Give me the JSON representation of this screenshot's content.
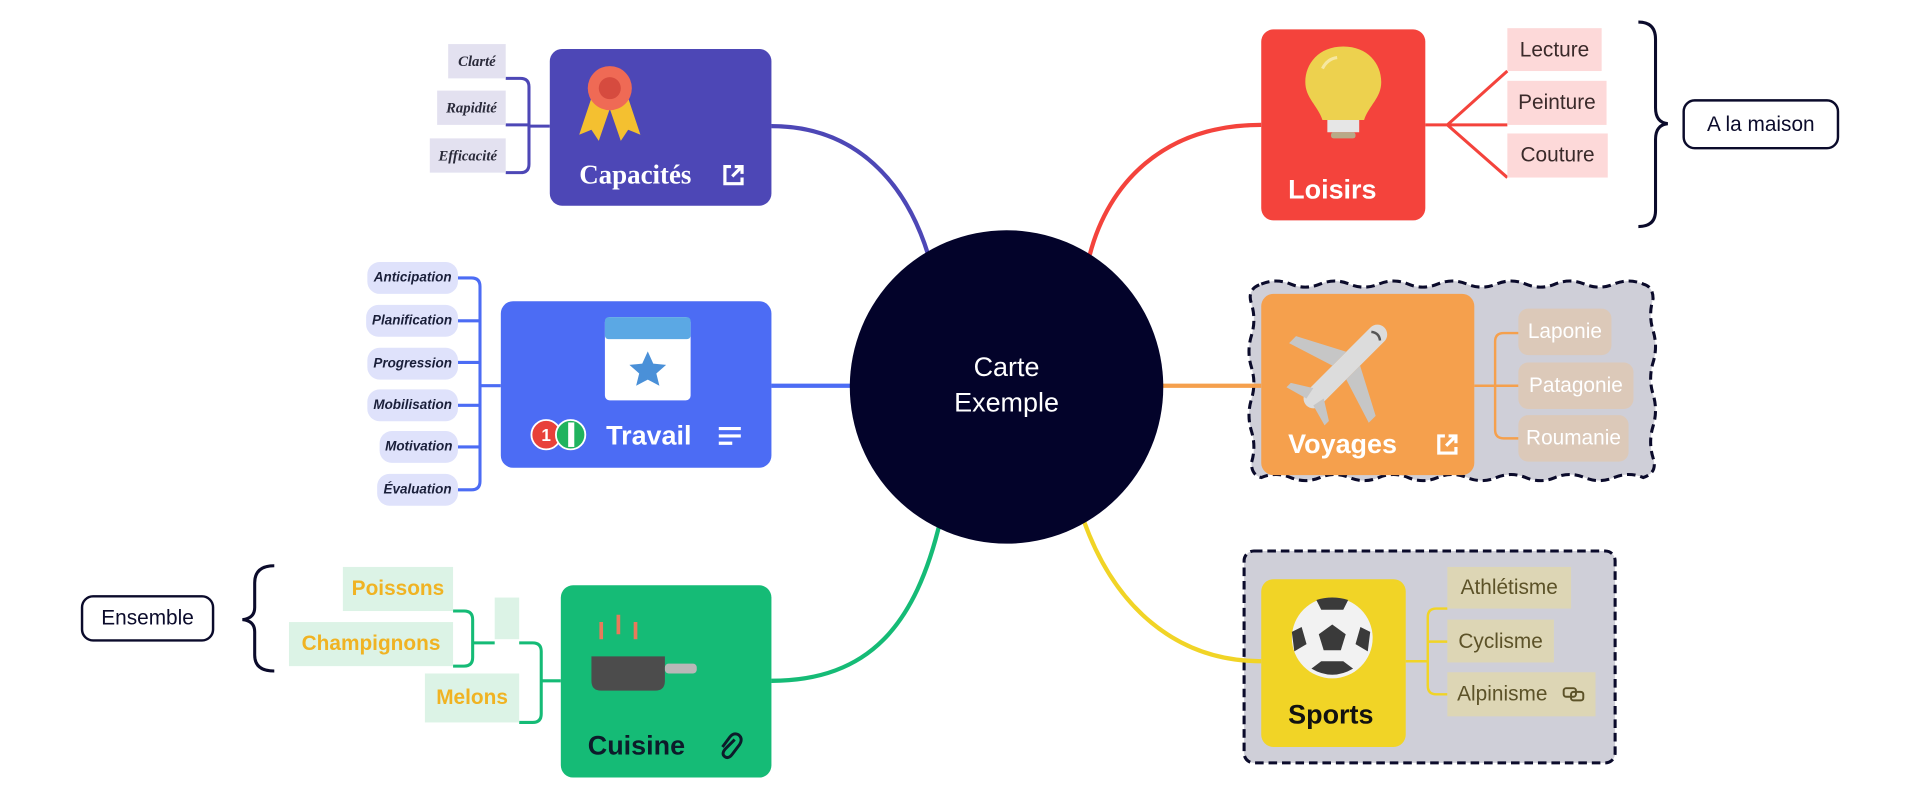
{
  "center": {
    "line1": "Carte",
    "line2": "Exemple"
  },
  "branches": {
    "capacites": {
      "title": "Capacités",
      "color": "#4d47b6",
      "icon": "award-ribbon-icon",
      "badge_icon": "external-link-icon",
      "leaves": [
        "Clarté",
        "Rapidité",
        "Efficacité"
      ]
    },
    "travail": {
      "title": "Travail",
      "color": "#4c6cf4",
      "icon": "calendar-star-icon",
      "badge_icon": "notes-icon",
      "leaves": [
        "Anticipation",
        "Planification",
        "Progression",
        "Mobilisation",
        "Motivation",
        "Évaluation"
      ],
      "priority_number": "1"
    },
    "cuisine": {
      "title": "Cuisine",
      "color": "#15bb76",
      "icon": "frying-pan-icon",
      "badge_icon": "attachment-icon",
      "leaves": [
        "Poissons",
        "Champignons",
        "Melons"
      ],
      "summary": "Ensemble"
    },
    "loisirs": {
      "title": "Loisirs",
      "color": "#f4433c",
      "icon": "lightbulb-icon",
      "leaves": [
        "Lecture",
        "Peinture",
        "Couture"
      ],
      "summary": "A la maison"
    },
    "voyages": {
      "title": "Voyages",
      "color": "#f5a04d",
      "icon": "airplane-icon",
      "badge_icon": "external-link-icon",
      "leaves": [
        "Laponie",
        "Patagonie",
        "Roumanie"
      ]
    },
    "sports": {
      "title": "Sports",
      "color": "#f1d426",
      "icon": "soccer-ball-icon",
      "leaves": [
        "Athlétisme",
        "Cyclisme",
        "Alpinisme"
      ],
      "leaf_icon": "link-icon"
    }
  }
}
